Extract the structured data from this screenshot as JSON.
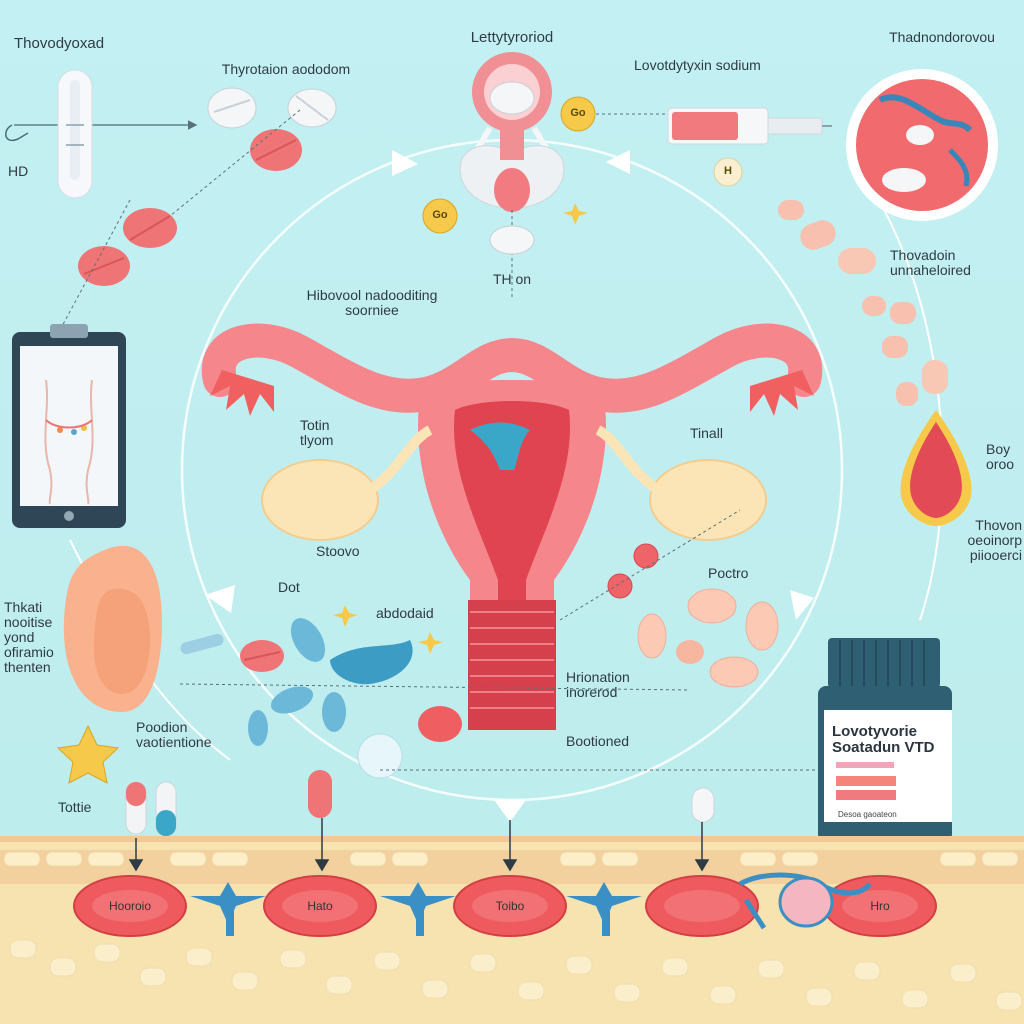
{
  "labels": {
    "top_left": "Thovodyoxad",
    "hd": "HD",
    "tablet_top": "Thyrotaion aododom",
    "center_top": "Lettytyroriod",
    "syringe": "Lovotdytyxin sodium",
    "top_right": "Thadnondorovou",
    "h_badge": "H",
    "go_badge": "Go",
    "go_badge2": "Go",
    "th_on": "TH on",
    "right_tablets": "Thovadoin\nunnaheloired",
    "center_note": "Hibovool nadooditing\nsoorniee",
    "left_ovary": "Totin\ntlyom",
    "right_ovary": "Tinall",
    "right_drop": "Boy\noroo",
    "right_note": "Thovon\noeoinorp\npiiooerci",
    "left_side": "Thkati\nnooitise\nyond\nofiramio\nthenten",
    "stoovo": "Stoovo",
    "dot": "Dot",
    "abdoclaid": "abdodaid",
    "poctro": "Poctro",
    "hrionation": "Hrionation\ninorerod",
    "bootioned": "Bootioned",
    "poodion": "Poodion\nvaotientione",
    "totte": "Tottie"
  },
  "cells": [
    "Hooroio",
    "Hato",
    "Toibo",
    "Hro"
  ],
  "bottle": {
    "title": "Lovotyvorie\nSoatadun VTD",
    "footer": "Desoa gaoateon"
  },
  "colors": {
    "background": "#c3f0f2",
    "uterus": "#f5868c",
    "tablet_red": "#ef7476",
    "tablet_white": "#f4f6f8",
    "tissue": "#f7e3b0",
    "bottle_cap": "#2f5f72"
  }
}
